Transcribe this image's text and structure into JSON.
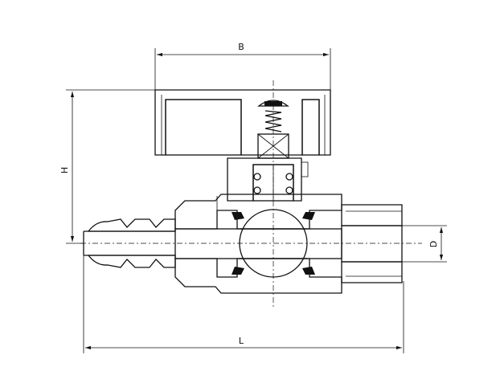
{
  "dimensions": {
    "width_label": "B",
    "height_label": "H",
    "length_label": "L",
    "diameter_label": "D"
  }
}
